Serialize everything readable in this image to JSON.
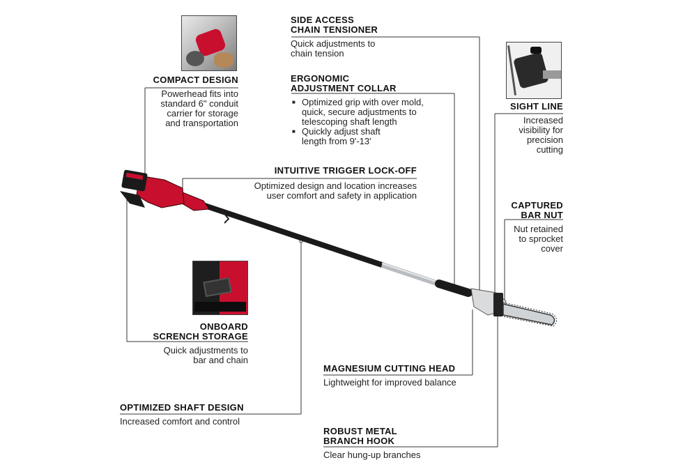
{
  "callouts": {
    "compact_design": {
      "title": "COMPACT DESIGN",
      "desc": [
        "Powerhead fits into",
        "standard 6\" conduit",
        "carrier for storage",
        "and transportation"
      ]
    },
    "side_access": {
      "title": [
        "SIDE ACCESS",
        "CHAIN TENSIONER"
      ],
      "desc": [
        "Quick adjustments to",
        "chain tension"
      ]
    },
    "ergonomic": {
      "title": [
        "ERGONOMIC",
        "ADJUSTMENT COLLAR"
      ],
      "bullets": [
        [
          "Optimized grip with over mold,",
          "quick, secure adjustments to",
          "telescoping shaft length"
        ],
        [
          "Quickly adjust shaft",
          "length from 9'-13'"
        ]
      ]
    },
    "sight_line": {
      "title": "SIGHT LINE",
      "desc": [
        "Increased",
        "visibility for",
        "precision",
        "cutting"
      ]
    },
    "trigger": {
      "title": "INTUITIVE TRIGGER LOCK-OFF",
      "desc": [
        "Optimized design and location increases",
        "user comfort and safety in application"
      ]
    },
    "captured_nut": {
      "title": [
        "CAPTURED",
        "BAR NUT"
      ],
      "desc": [
        "Nut retained",
        "to sprocket",
        "cover"
      ]
    },
    "scrench": {
      "title": [
        "ONBOARD",
        "SCRENCH STORAGE"
      ],
      "desc": [
        "Quick adjustments to",
        "bar and chain"
      ]
    },
    "magnesium": {
      "title": "MAGNESIUM CUTTING HEAD",
      "desc": "Lightweight for improved balance"
    },
    "shaft": {
      "title": "OPTIMIZED SHAFT DESIGN",
      "desc": "Increased comfort and control"
    },
    "hook": {
      "title": [
        "ROBUST METAL",
        "BRANCH HOOK"
      ],
      "desc": "Clear hung-up branches"
    }
  },
  "colors": {
    "brand_red": "#c8102e",
    "shaft_black": "#1a1a1a",
    "shaft_silver": "#b8bcc0",
    "line": "#333333"
  }
}
